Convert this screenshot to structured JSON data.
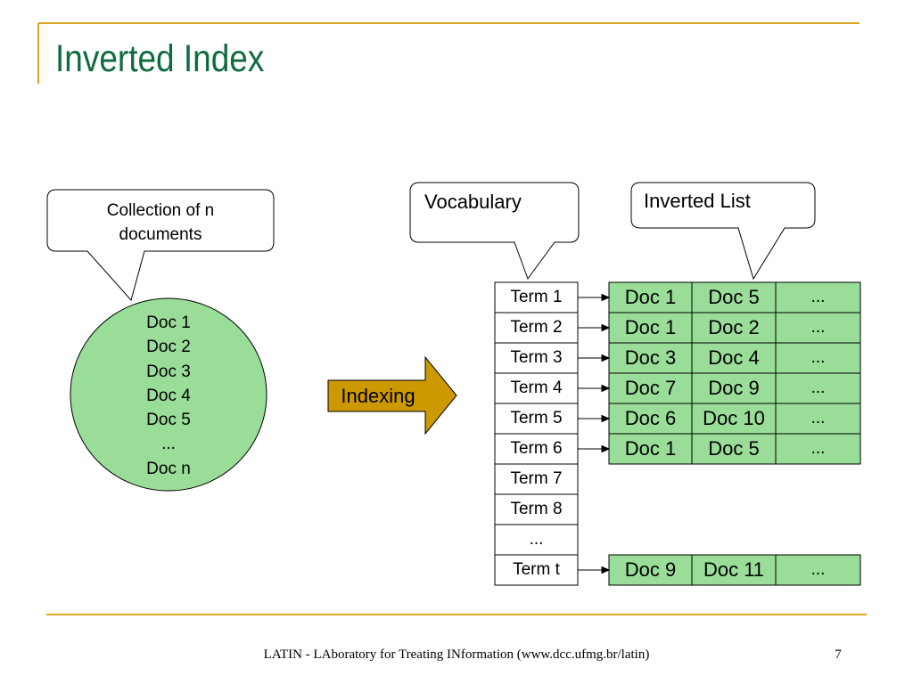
{
  "slide": {
    "title": "Inverted Index",
    "footer": "LATIN - LAboratory for Treating INformation (www.dcc.ufmg.br/latin)",
    "page_number": "7"
  },
  "collection": {
    "callout_line1": "Collection of n",
    "callout_line2": "documents",
    "docs": [
      "Doc 1",
      "Doc 2",
      "Doc 3",
      "Doc 4",
      "Doc 5",
      "...",
      "Doc n"
    ]
  },
  "indexing_label": "Indexing",
  "vocabulary": {
    "callout": "Vocabulary",
    "terms": [
      "Term 1",
      "Term 2",
      "Term 3",
      "Term 4",
      "Term 5",
      "Term 6",
      "Term 7",
      "Term 8",
      "...",
      "Term t"
    ]
  },
  "inverted_list": {
    "callout": "Inverted List",
    "rows": [
      [
        "Doc 1",
        "Doc 5",
        "..."
      ],
      [
        "Doc 1",
        "Doc 2",
        "..."
      ],
      [
        "Doc 3",
        "Doc 4",
        "..."
      ],
      [
        "Doc 7",
        "Doc 9",
        "..."
      ],
      [
        "Doc 6",
        "Doc 10",
        "..."
      ],
      [
        "Doc 1",
        "Doc 5",
        "..."
      ],
      [
        "Doc 9",
        "Doc 11",
        "..."
      ]
    ]
  },
  "colors": {
    "title": "#0E6B3C",
    "accent_rule": "#DAA520",
    "doc_fill": "#99DD99",
    "arrow_fill": "#CC9900"
  }
}
